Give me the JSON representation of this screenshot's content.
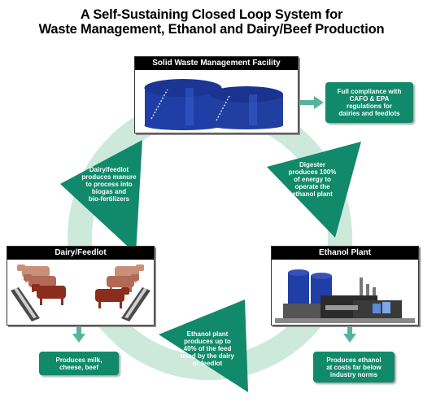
{
  "title": {
    "line1": "A Self-Sustaining Closed Loop System for",
    "line2": "Waste Management, Ethanol and Dairy/Beef Production"
  },
  "panels": {
    "waste": "Solid Waste Management Facility",
    "dairy": "Dairy/Feedlot",
    "ethanol": "Ethanol Plant"
  },
  "notes": {
    "compliance": "Full compliance with\nCAFO & EPA\nregulations for\ndairies and feedlots",
    "milk": "Produces milk,\ncheese, beef",
    "ethanol_cost": "Produces ethanol\nat costs far below\nindustry norms"
  },
  "arrows": {
    "digester": "Digester\nproduces 100%\nof energy to\noperate the\nethanol plant",
    "manure": "Dairy/feedlot\nproduces manure\nto process into\nbiogas and\nbio-fertilizers",
    "feed": "Ethanol plant\nproduces up to\n40% of the feed\nused by the dairy\nor feedlot"
  },
  "colors": {
    "ring": "#cde9dc",
    "accent": "#11896b",
    "tank": "#1f3fa6",
    "cow_dark": "#8a2d1c",
    "cow_light": "#c88f79"
  }
}
